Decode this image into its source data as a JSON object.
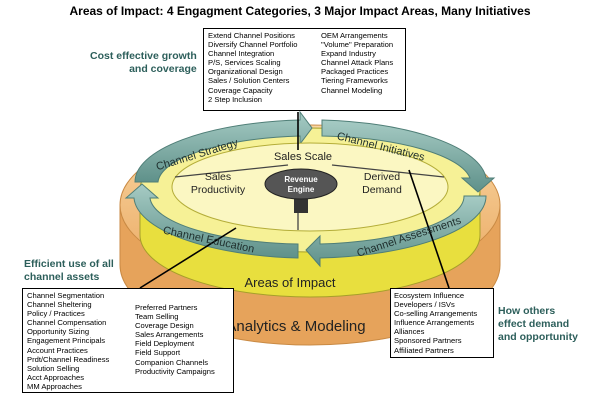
{
  "title": "Areas of Impact: 4 Engagment Categories, 3 Major Impact Areas, Many Initiatives",
  "callouts": {
    "top_left": [
      "Cost effective growth",
      "and coverage"
    ],
    "mid_left": [
      "Efficient use of all",
      "channel assets"
    ],
    "bottom_right": [
      "How others",
      "effect demand",
      "and opportunity"
    ]
  },
  "top_box": {
    "col1": [
      "Extend Channel Positions",
      "Diversify Channel Portfolio",
      "Channel Integration",
      "P/S, Services Scaling",
      "Organizational Design",
      "Sales / Solution Centers",
      "Coverage Capacity",
      "2 Step Inclusion"
    ],
    "col2": [
      "OEM Arrangements",
      "\"Volume\" Preparation",
      "Expand Industry",
      "Channel Attack Plans",
      "Packaged Practices",
      "Tiering Frameworks",
      "Channel Modeling"
    ]
  },
  "left_box": {
    "col1": [
      "Channel Segmentation",
      "Channel Sheltering",
      "Policy / Practices",
      "Channel Compensation",
      "Opportunity Sizing",
      "Engagement Principals",
      "Account Practices",
      "Prdt/Channel Readiness",
      "Solution Selling",
      "Acct Approaches",
      "MM Approaches"
    ],
    "col2": [
      "Preferred Partners",
      "Team Selling",
      "Coverage Design",
      "Sales Arrangements",
      "Field Deployment",
      "Field Support",
      "Companion Channels",
      "Productivity Campaigns"
    ]
  },
  "right_box": {
    "items": [
      "Ecosystem Influence",
      "Developers / ISVs",
      "Co-selling Arrangements",
      "Influence Arrangements",
      "Alliances",
      "Sponsored Partners",
      "Affiliated Partners"
    ]
  },
  "diagram": {
    "sales_scale": "Sales Scale",
    "sales_productivity": [
      "Sales",
      "Productivity"
    ],
    "derived_demand": [
      "Derived",
      "Demand"
    ],
    "engine": [
      "Revenue",
      "Engine"
    ],
    "channel_strategy": "Channel Strategy",
    "channel_initiatives": "Channel Initiatives",
    "channel_education": "Channel Education",
    "channel_assessments": "Channel Assessments",
    "areas_of_impact": "Areas of Impact",
    "analytics_modeling": "Analytics & Modeling"
  },
  "colors": {
    "teal_text": "#2d5f5b",
    "arrow_fill": "#79a9a1",
    "yellow": "#f3f08a",
    "orange": "#f5c587",
    "engine": "#555555"
  }
}
